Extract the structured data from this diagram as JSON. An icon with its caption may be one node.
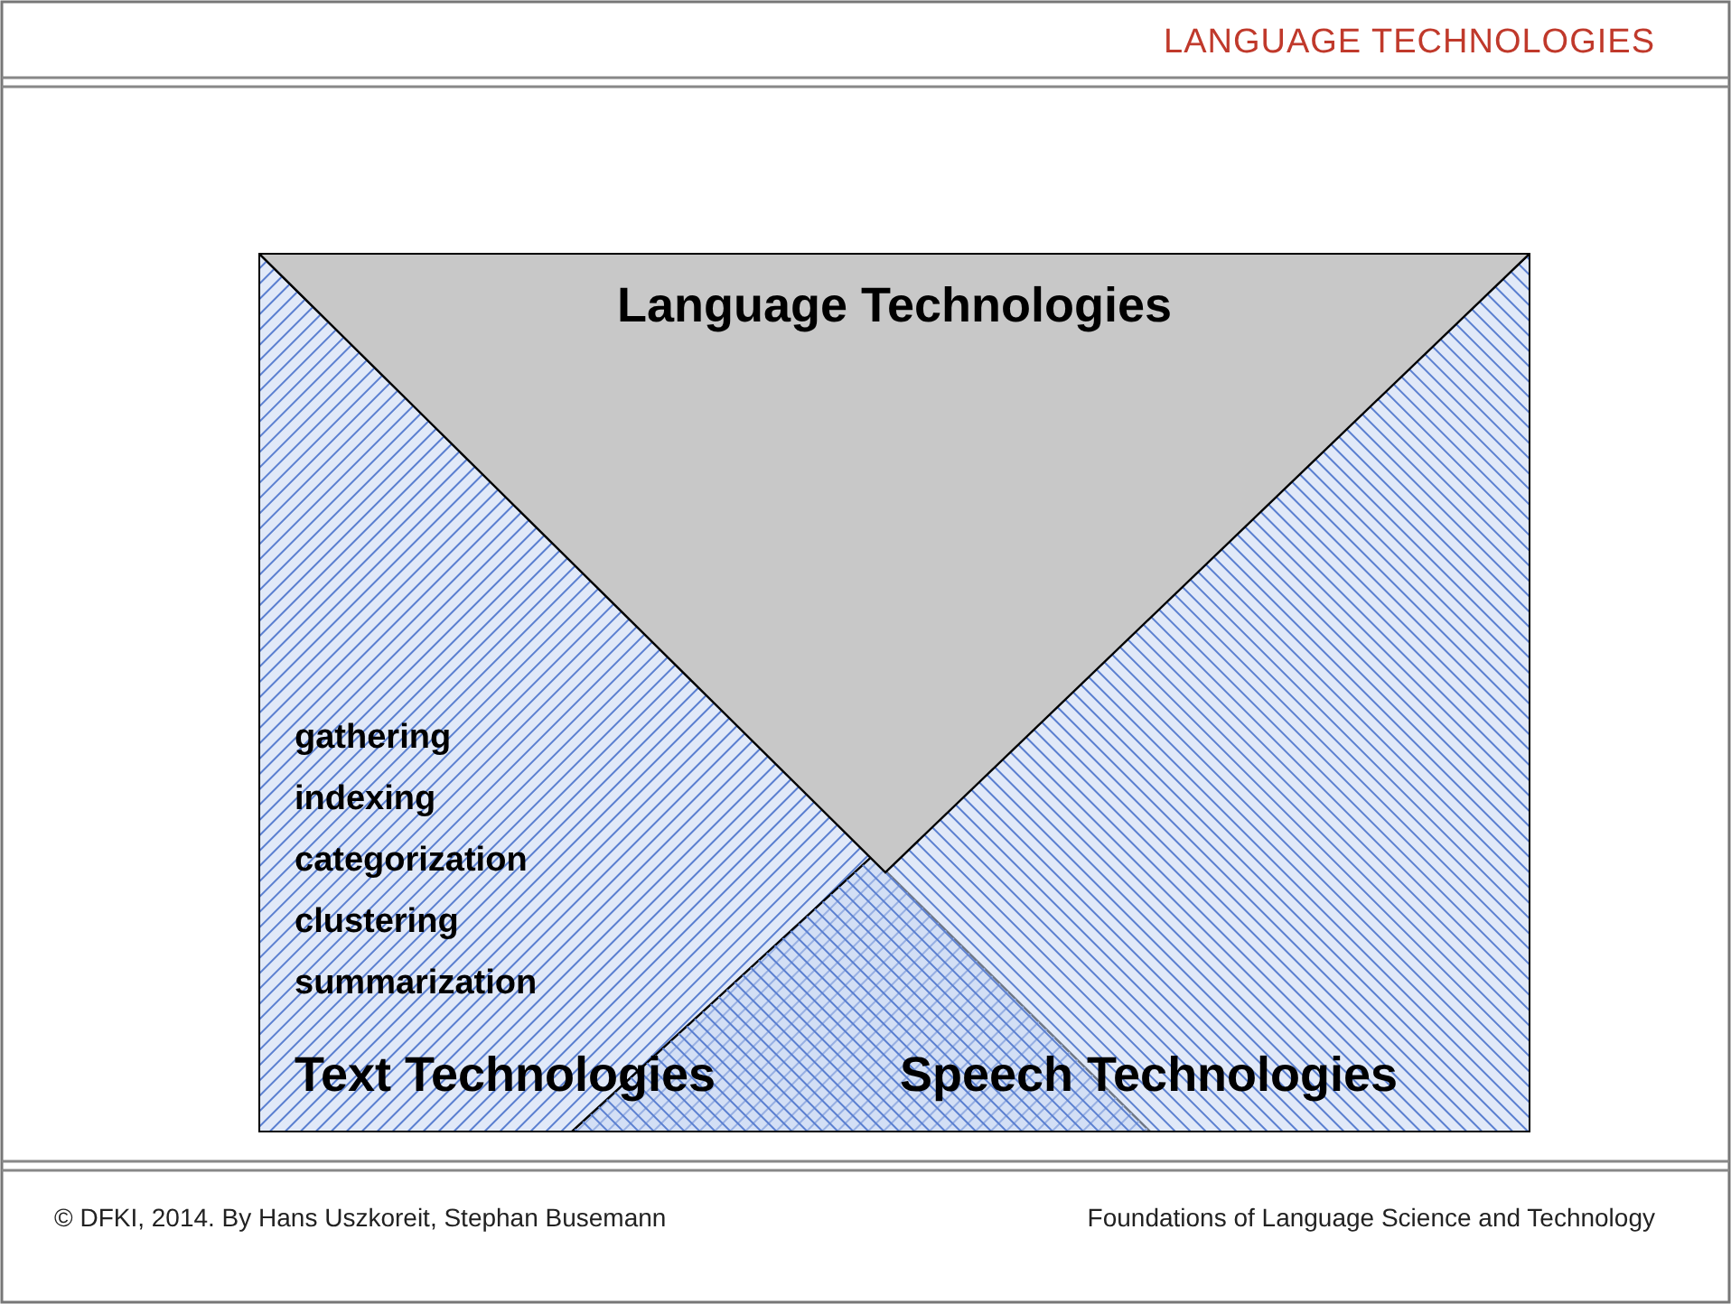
{
  "diagram": {
    "title": "LANGUAGE TECHNOLOGIES",
    "nodes": [
      {
        "text": [
          "Language Technologies"
        ]
      },
      {
        "text": [
          "gathering",
          "indexing",
          "categorization",
          "clustering",
          "summarization",
          "Text Technologies"
        ]
      },
      {
        "text": [
          "Speech Technologies"
        ]
      }
    ],
    "edges": [],
    "labels": [
      "© DFKI, 2014. By Hans Uszkoreit, Stephan Busemann",
      "Foundations of Language Science and Technology"
    ]
  }
}
